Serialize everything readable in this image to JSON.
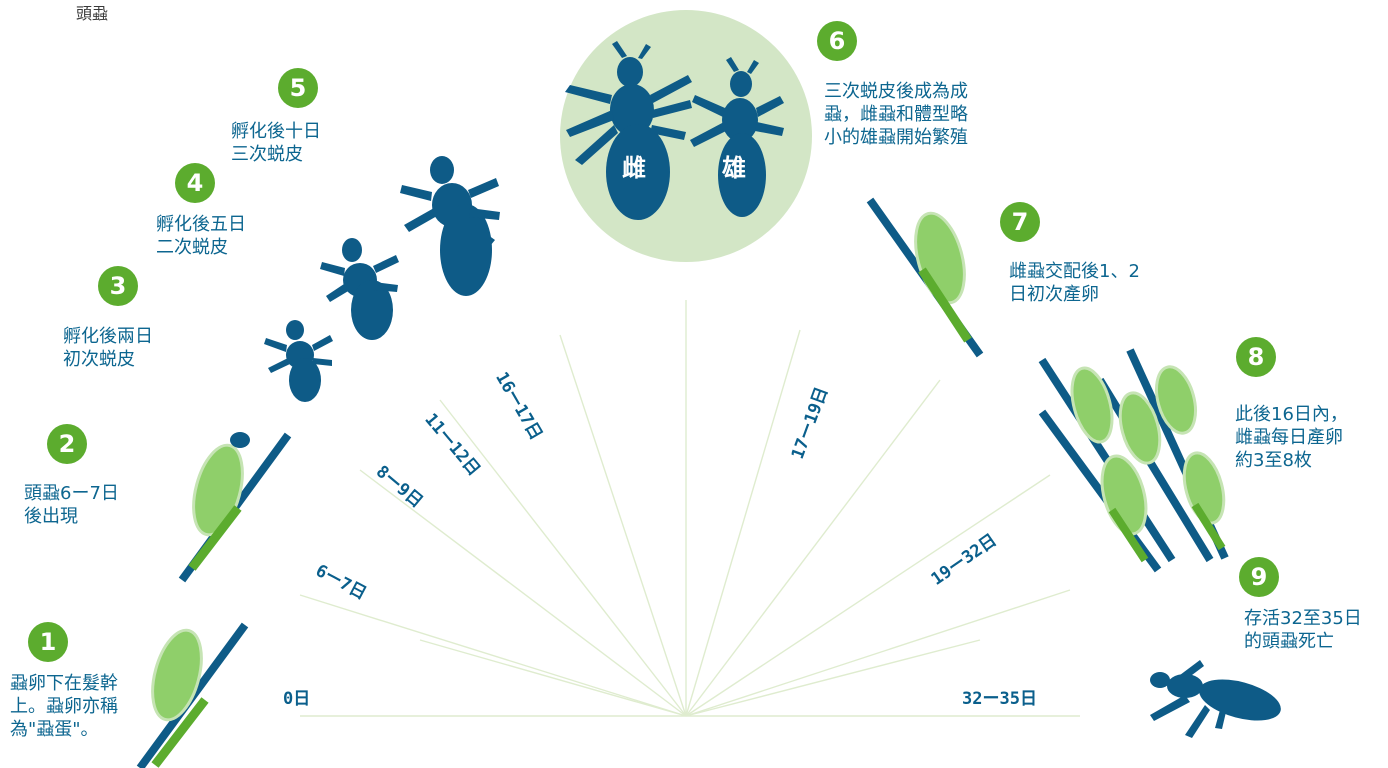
{
  "title": "頭蝨",
  "colors": {
    "badge": "#5cac2e",
    "text": "#0d6690",
    "louse": "#0e5b87",
    "egg": "#8fcf6a",
    "hair": "#0e5b87",
    "circle": "#d3e6c6"
  },
  "stages": [
    {
      "num": "1",
      "text": "蝨卵下在髮幹\n上。蝨卵亦稱\n為\"蝨蛋\"。"
    },
    {
      "num": "2",
      "text": "頭蝨6ー7日\n後出現"
    },
    {
      "num": "3",
      "text": "孵化後兩日\n初次蜕皮"
    },
    {
      "num": "4",
      "text": "孵化後五日\n二次蜕皮"
    },
    {
      "num": "5",
      "text": "孵化後十日\n三次蜕皮"
    },
    {
      "num": "6",
      "text": "三次蜕皮後成為成\n蝨，雌蝨和體型略\n小的雄蝨開始繁殖"
    },
    {
      "num": "7",
      "text": "雌蝨交配後1、2\n日初次產卵"
    },
    {
      "num": "8",
      "text": "此後16日內，\n雌蝨每日產卵\n約3至8枚"
    },
    {
      "num": "9",
      "text": "存活32至35日\n的頭蝨死亡"
    }
  ],
  "day_labels": [
    "0日",
    "6ー7日",
    "8ー9日",
    "11ー12日",
    "16ー17日",
    "17ー19日",
    "19ー32日",
    "32ー35日"
  ],
  "adults": {
    "female": "雌",
    "male": "雄"
  }
}
